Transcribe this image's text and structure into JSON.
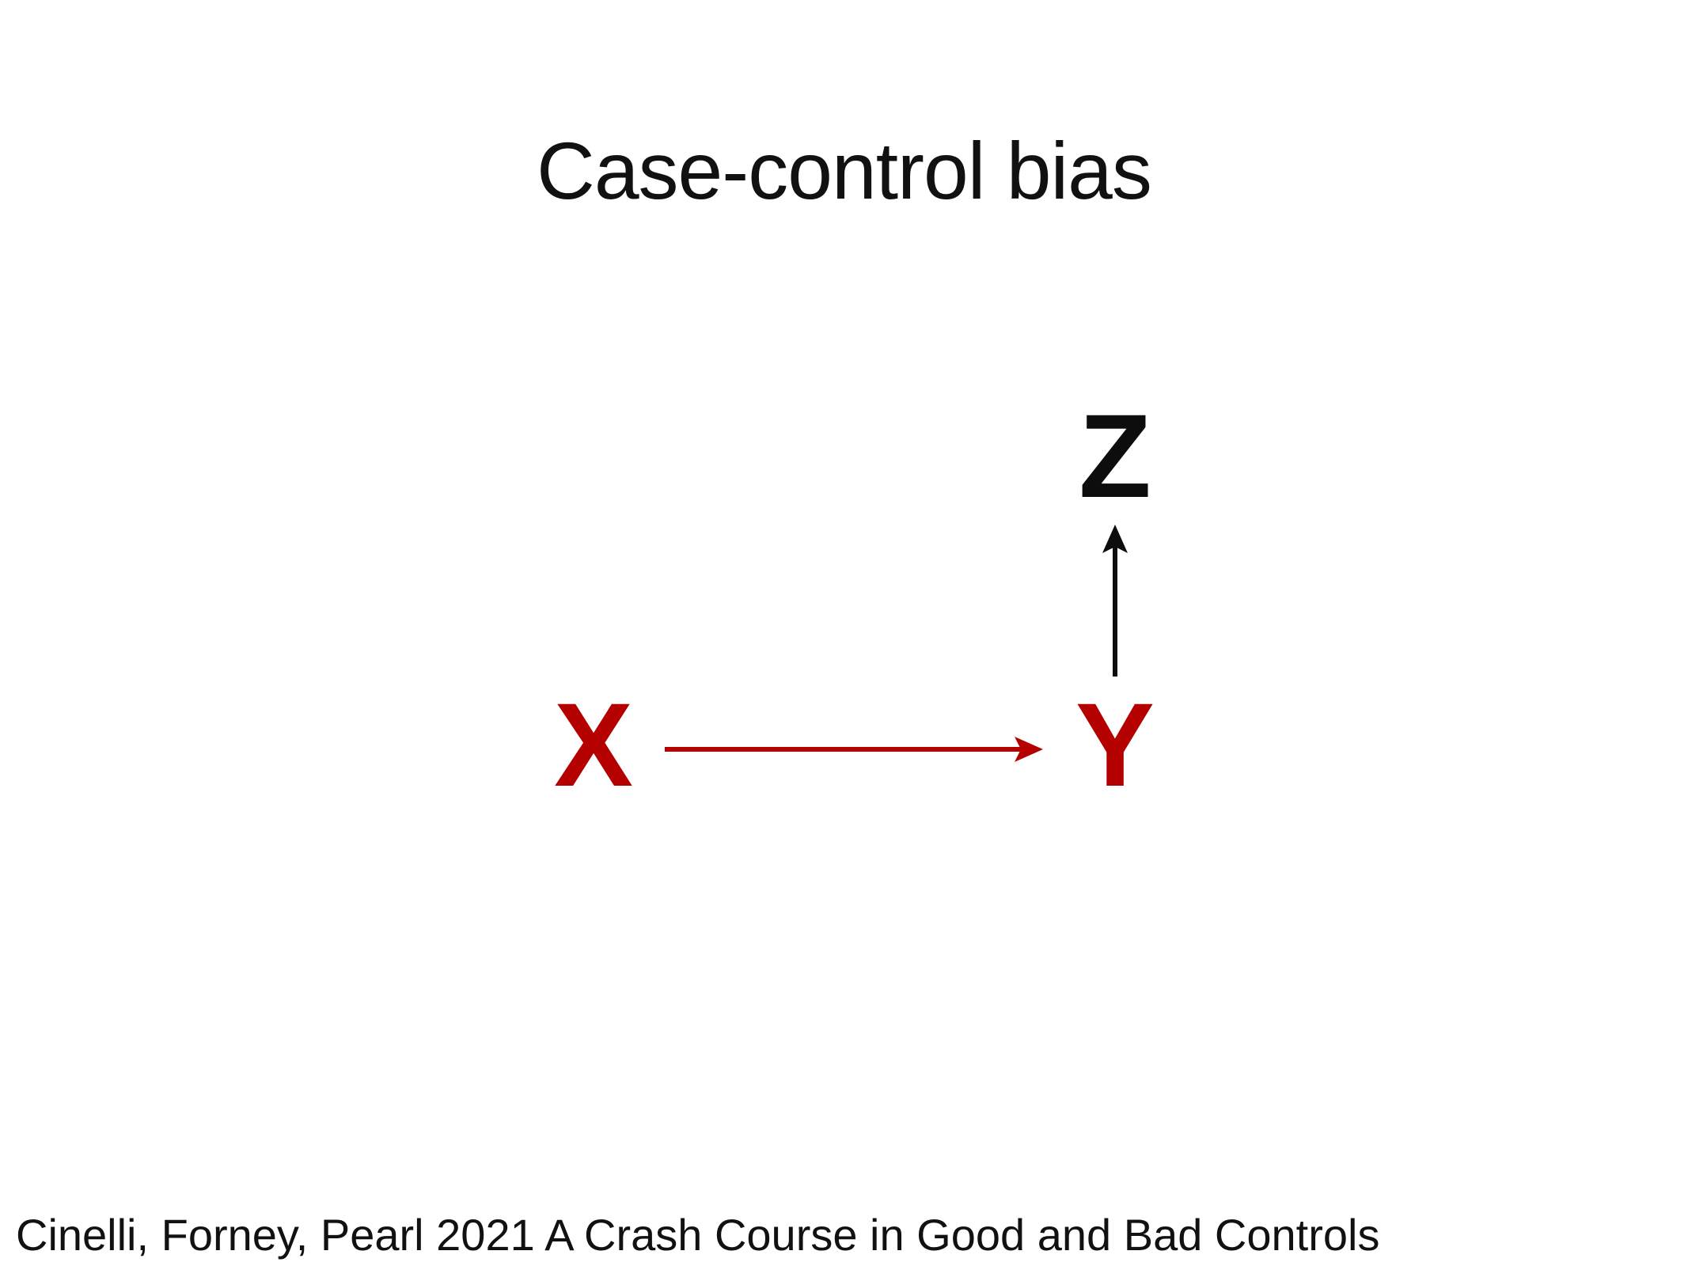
{
  "slide": {
    "title": "Case-control bias",
    "citation": "Cinelli, Forney, Pearl 2021 A Crash Course in Good and Bad Controls"
  },
  "diagram": {
    "nodes": [
      {
        "id": "X",
        "label": "X",
        "color": "#b50000"
      },
      {
        "id": "Y",
        "label": "Y",
        "color": "#b50000"
      },
      {
        "id": "Z",
        "label": "Z",
        "color": "#0d0d0d"
      }
    ],
    "edges": [
      {
        "from": "X",
        "to": "Y",
        "color": "#b50000"
      },
      {
        "from": "Y",
        "to": "Z",
        "color": "#0d0d0d"
      }
    ]
  }
}
